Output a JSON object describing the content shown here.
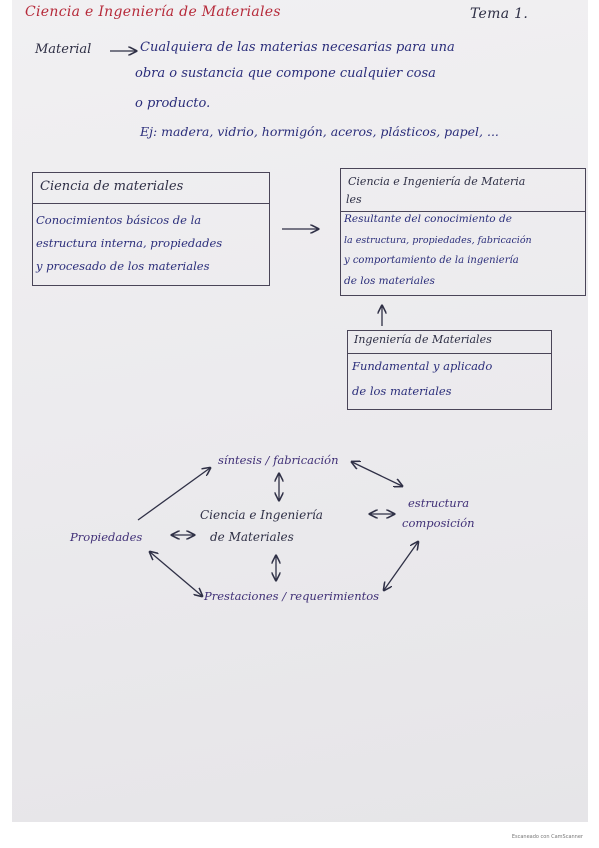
{
  "header": {
    "title": "Ciencia e Ingeniería de Materiales",
    "topic": "Tema 1."
  },
  "definition": {
    "term": "Material",
    "line1": "Cualquiera de las materias necesarias para una",
    "line2": "obra o sustancia que compone cualquier cosa",
    "line3": "o producto.",
    "example": "Ej: madera, vidrio, hormigón, aceros, plásticos, papel, ..."
  },
  "box_ciencia": {
    "title": "Ciencia de materiales",
    "lines": [
      "Conocimientos básicos de la",
      "estructura interna, propiedades",
      "y procesado de los materiales"
    ]
  },
  "box_cim": {
    "title_line1": "Ciencia e Ingeniería de Materia",
    "title_line2": "les",
    "lines": [
      "Resultante del conocimiento de",
      "la estructura, propiedades, fabricación",
      "y comportamiento de la ingeniería",
      "de los materiales"
    ]
  },
  "box_ingenieria": {
    "title": "Ingeniería de Materiales",
    "lines": [
      "Fundamental y aplicado",
      "de los materiales"
    ]
  },
  "diagram": {
    "top": "síntesis / fabricación",
    "center_line1": "Ciencia e Ingeniería",
    "center_line2": "de Materiales",
    "left": "Propiedades",
    "right_line1": "estructura",
    "right_line2": "composición",
    "bottom": "Prestaciones / requerimientos"
  },
  "footer": "Escaneado con CamScanner"
}
